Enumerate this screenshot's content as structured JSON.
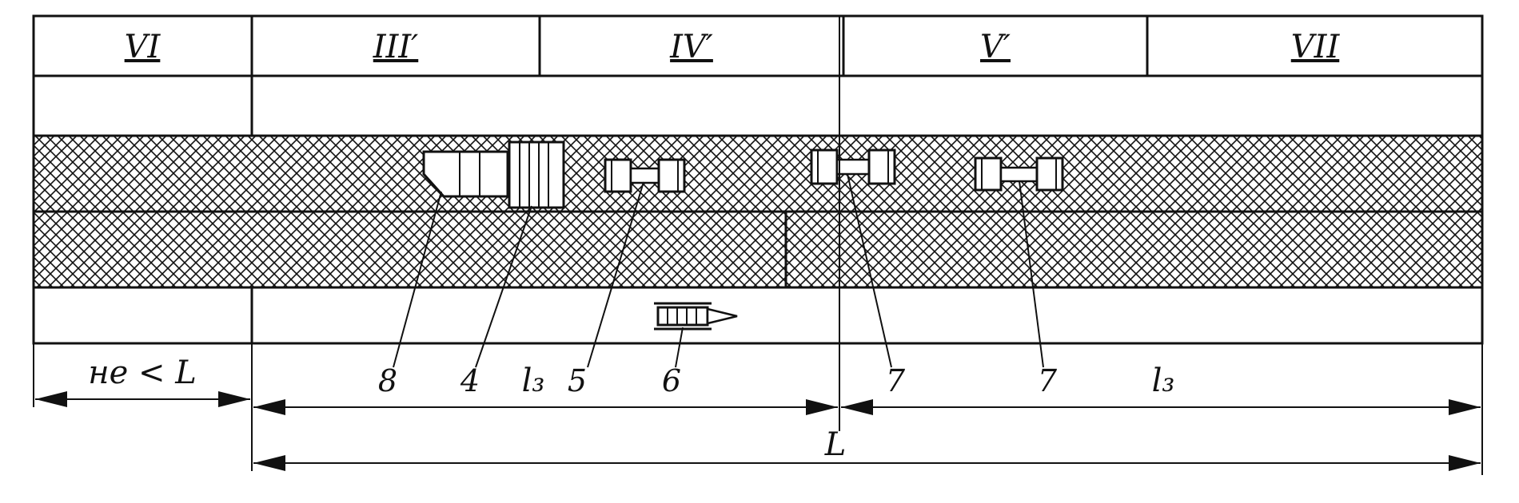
{
  "zones": [
    {
      "id": "zone-vi",
      "label": "VI"
    },
    {
      "id": "zone-iii-prime",
      "label": "III′"
    },
    {
      "id": "zone-iv-prime",
      "label": "IV′"
    },
    {
      "id": "zone-v-prime",
      "label": "V′"
    },
    {
      "id": "zone-vii",
      "label": "VII"
    }
  ],
  "callouts": {
    "c8": "8",
    "c4": "4",
    "l3_left": "l₃",
    "c5": "5",
    "c6": "6",
    "c7a": "7",
    "c7b": "7",
    "l3_right": "l₃"
  },
  "dimensions": {
    "not_less_L": "не < L",
    "L": "L"
  },
  "colors": {
    "ink": "#111111",
    "paper": "#ffffff"
  }
}
